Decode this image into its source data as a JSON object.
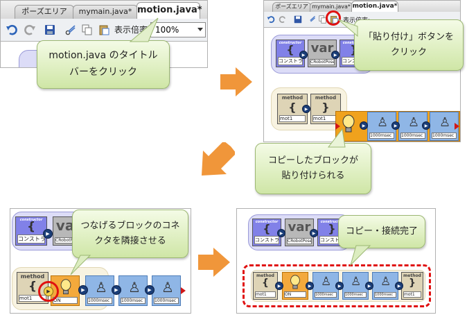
{
  "tabs": [
    "ポーズエリア",
    "mymain.java*",
    "motion.java*"
  ],
  "toolbar": {
    "zoom_label": "表示倍率",
    "zoom_value": "100%",
    "zoom_label_short": "表示倍率:"
  },
  "blocks": {
    "constructor_kw": "constructor",
    "constructor_label": "コンストラ",
    "var_text": "var",
    "var_label": "CRobotPose",
    "method_kw": "method",
    "method_label": "mot1",
    "on_label": "ON",
    "msec_label": "1000msec"
  },
  "callouts": {
    "step1": "motion.java のタイトルバーをクリック",
    "step2": "「貼り付け」ボタンをクリック",
    "step3": "コピーしたブロックが貼り付けられる",
    "step4": "つなげるブロックのコネクタを隣接させる",
    "step5": "コピー・接続完了"
  },
  "colors": {
    "accent_arrow": "#f0963a",
    "callout_bg": "#d8ecb6",
    "highlight": "#e01010"
  }
}
